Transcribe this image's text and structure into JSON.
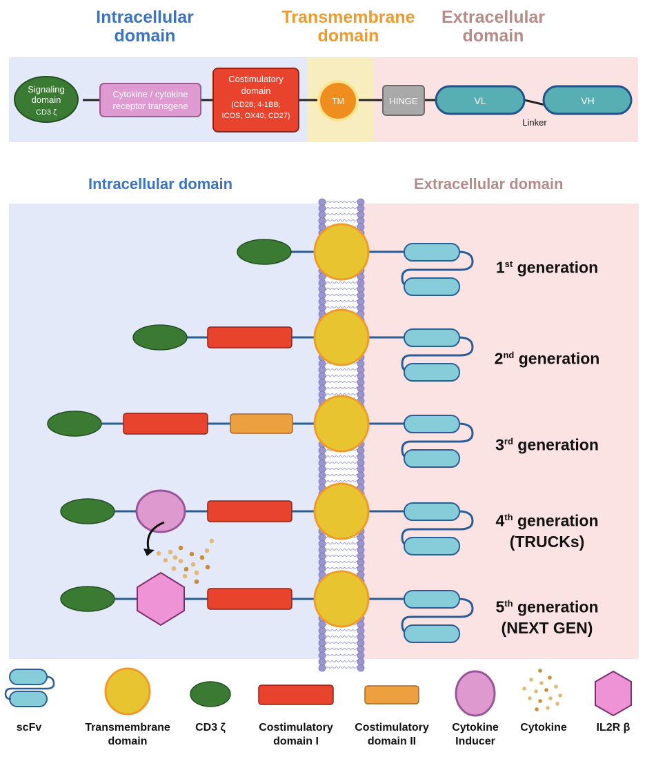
{
  "top": {
    "headers": {
      "intracellular": [
        "Intracellular",
        "domain"
      ],
      "transmembrane": [
        "Transmembrane",
        "domain"
      ],
      "extracellular": [
        "Extracellular",
        "domain"
      ]
    },
    "components": {
      "signaling": [
        "Signaling",
        "domain",
        "CD3 ζ"
      ],
      "cytokine_transgene": [
        "Cytokine / cytokine",
        "receptor transgene"
      ],
      "costim": [
        "Costimulatory",
        "domain",
        "(CD28; 4-1BB;",
        "ICOS; OX40; CD27)"
      ],
      "tm": "TM",
      "hinge": "HINGE",
      "vl": "VL",
      "vh": "VH",
      "linker": "Linker"
    }
  },
  "main": {
    "intracellular_label": "Intracellular domain",
    "extracellular_label": "Extracellular domain",
    "generations": [
      {
        "num": "1",
        "suffix": "st",
        "label": "generation",
        "sub": ""
      },
      {
        "num": "2",
        "suffix": "nd",
        "label": "generation",
        "sub": ""
      },
      {
        "num": "3",
        "suffix": "rd",
        "label": "generation",
        "sub": ""
      },
      {
        "num": "4",
        "suffix": "th",
        "label": "generation",
        "sub": "(TRUCKs)"
      },
      {
        "num": "5",
        "suffix": "th",
        "label": "generation",
        "sub": "(NEXT GEN)"
      }
    ]
  },
  "legend": [
    {
      "icon": "scfv-icon",
      "label": [
        "scFv"
      ]
    },
    {
      "icon": "transmembrane-domain-icon",
      "label": [
        "Transmembrane",
        "domain"
      ]
    },
    {
      "icon": "cd3-zeta-icon",
      "label": [
        "CD3 ζ"
      ]
    },
    {
      "icon": "costimulatory-domain-1-icon",
      "label": [
        "Costimulatory",
        "domain I"
      ]
    },
    {
      "icon": "costimulatory-domain-2-icon",
      "label": [
        "Costimulatory",
        "domain II"
      ]
    },
    {
      "icon": "cytokine-inducer-icon",
      "label": [
        "Cytokine",
        "Inducer"
      ]
    },
    {
      "icon": "cytokine-icon",
      "label": [
        "Cytokine"
      ]
    },
    {
      "icon": "il2r-beta-icon",
      "label": [
        "IL2R β"
      ]
    }
  ],
  "colors": {
    "intracellular_bg": "#e3e9f8",
    "transmembrane_bg": "#f8edbe",
    "extracellular_bg": "#fbe3e4",
    "cd3z": "#3a7a33",
    "costim1": "#e8432d",
    "costim2": "#eda040",
    "tm": "#e8c431",
    "scfv": "#86cdd9",
    "inducer": "#de9ace",
    "il2rb": "#ee94d6",
    "link": "#2a5d95"
  }
}
